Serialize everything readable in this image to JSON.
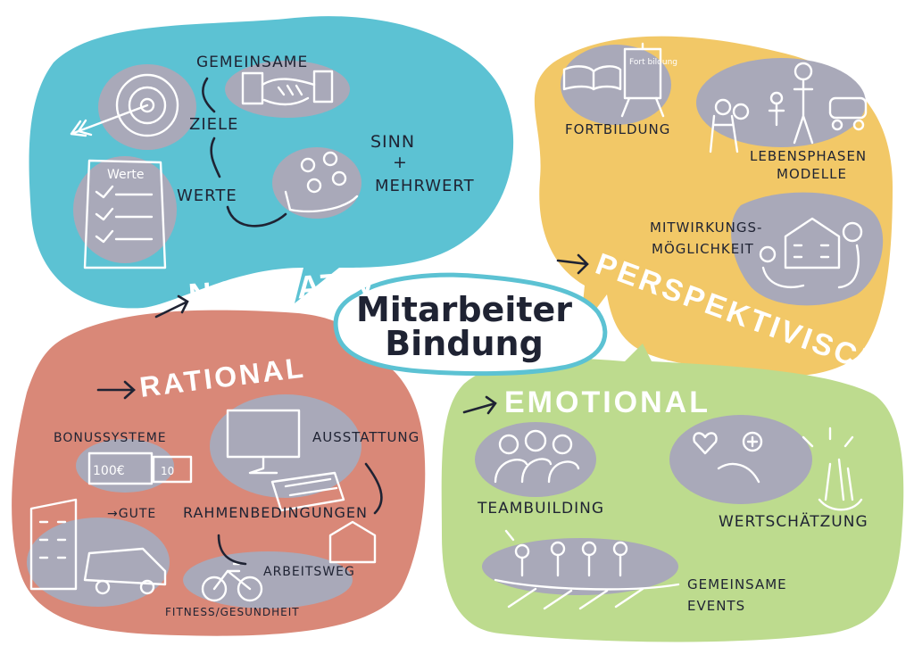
{
  "center": {
    "line1": "Mitarbeiter",
    "line2": "Bindung"
  },
  "colors": {
    "normativ": "#5cc2d3",
    "perspektivisch": "#f2c867",
    "rational": "#d98878",
    "emotional": "#bddb8e",
    "icon_blob": "#a9a9b9",
    "ink": "#1f2333"
  },
  "normativ": {
    "heading": "NORMATIV",
    "items": {
      "gemeinsame": "GEMEINSAME",
      "ziele": "ZIELE",
      "werte": "WERTE",
      "sinn": "SINN",
      "plus": "+",
      "mehrwert": "MEHRWERT",
      "werte_doc": "Werte"
    }
  },
  "perspektivisch": {
    "heading": "PERSPEKTIVISCH",
    "items": {
      "fortbildung": "FORTBILDUNG",
      "lebensphasen": "LEBENSPHASEN",
      "modelle": "MODELLE",
      "mitwirkungs": "MITWIRKUNGS-",
      "moeglichkeit": "MÖGLICHKEIT",
      "flipchart": "Fort bildung"
    }
  },
  "rational": {
    "heading": "RATIONAL",
    "items": {
      "bonus": "BONUSSYSTEME",
      "ausstattung": "AUSSTATTUNG",
      "gute": "→GUTE",
      "rahmen": "RAHMENBEDINGUNGEN",
      "arbeitsweg": "ARBEITSWEG",
      "fitness": "FITNESS/GESUNDHEIT",
      "money": "100€",
      "money2": "10"
    }
  },
  "emotional": {
    "heading": "EMOTIONAL",
    "items": {
      "teambuilding": "TEAMBUILDING",
      "wertschaetzung": "WERTSCHÄTZUNG",
      "gemeinsame": "GEMEINSAME",
      "events": "EVENTS"
    }
  }
}
